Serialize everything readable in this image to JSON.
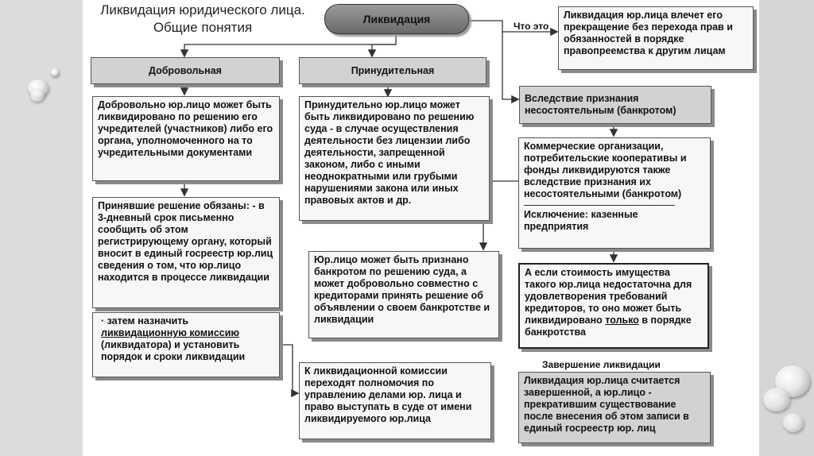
{
  "title": "Ликвидация юридического лица. Общие понятия",
  "root": "Ликвидация",
  "what_label": "Что это",
  "definition": "Ликвидация юр.лица влечет его прекращение без перехода прав и обязанностей в порядке правопреемства к другим лицам",
  "voluntary": {
    "header": "Добровольная",
    "desc": "Добровольно юр.лицо может быть ликвидировано по решению его учредителей (участников) либо его органа, уполномоченного на то учредительными документами",
    "duties": "Принявшие решение обязаны: - в 3-дневный срок письменно сообщить об этом регистрирующему органу, который вносит в единый госреестр юр.лиц сведения о том, что юр.лицо находится в процессе ликвидации",
    "next_pre": "· затем назначить ",
    "next_u": "ликвидационную комиссию",
    "next_post": " (ликвидатора) и установить порядок и сроки ликвидации"
  },
  "forced": {
    "header": "Принудительная",
    "desc": "Принудительно юр.лицо может быть ликвидировано по решению суда - в случае осуществления деятельности без лицензии либо деятельности, запрещенной законом, либо с иными неоднократными или грубыми нарушениями закона или иных правовых актов и др."
  },
  "bankrupt_court": "Юр.лицо может быть признано банкротом по решению суда, а может добровольно совместно с кредиторами принять решение об объявлении о своем банкротстве и ликвидации",
  "commission": "К ликвидационной комиссии переходят полномочия по управлению делами юр. лица и право выступать в суде от имени ликвидируемого юр.лица",
  "bankrupt": {
    "header": "Вследствие признания несостоятельным (банкротом)",
    "desc": "Коммерческие организации, потребительские кооперативы и фонды ликвидируются также вследствие признания их несостоятельными (банкротом)",
    "exception": "Исключение: казенные предприятия",
    "insufficient_pre": "А если стоимость имущества такого юр.лица недостаточна для удовлетворения требований кредиторов, то оно может быть ликвидировано ",
    "insufficient_u": "только",
    "insufficient_post": " в порядке банкротства"
  },
  "completion": {
    "label": "Завершение ликвидации",
    "desc": "Ликвидация юр.лица считается завершенной, а юр.лицо - прекратившим существование после внесения об этом записи в единый госреестр юр. лиц"
  }
}
